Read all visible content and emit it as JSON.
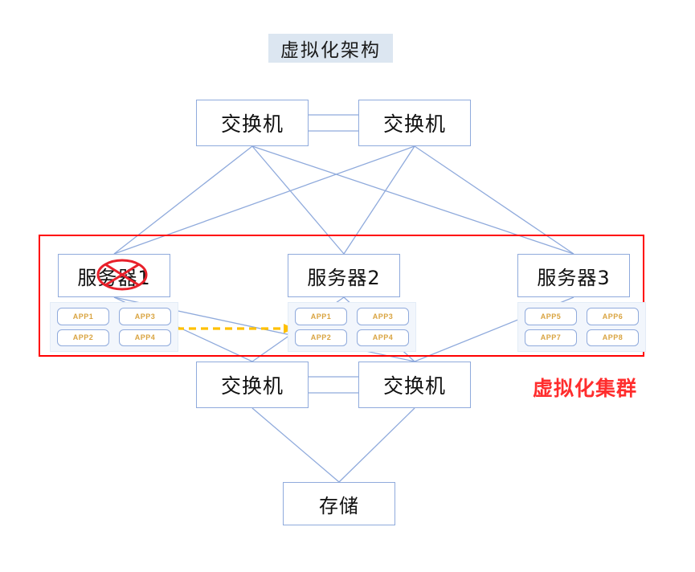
{
  "diagram": {
    "title": "虚拟化架构",
    "cluster_label": "虚拟化集群",
    "colors": {
      "title_background": "#dce6f1",
      "box_border": "#8faadc",
      "wire": "#8faadc",
      "cluster_border": "#ff0000",
      "cluster_label": "#ff2d2d",
      "app_text": "#d9a441",
      "app_panel_background": "#f2f6fc",
      "migration_arrow": "#ffc000",
      "failure_mark": "#ff0000"
    }
  },
  "switches": {
    "top_left": "交换机",
    "top_right": "交换机",
    "bottom_left": "交换机",
    "bottom_right": "交换机"
  },
  "servers": [
    {
      "label": "服务器1",
      "status": "failed",
      "apps": [
        "APP1",
        "APP3",
        "APP2",
        "APP4"
      ]
    },
    {
      "label": "服务器2",
      "status": "active",
      "apps": [
        "APP1",
        "APP3",
        "APP2",
        "APP4"
      ]
    },
    {
      "label": "服务器3",
      "status": "active",
      "apps": [
        "APP5",
        "APP6",
        "APP7",
        "APP8"
      ]
    }
  ],
  "storage": {
    "label": "存储"
  },
  "annotations": {
    "failure_mark_icon": "red-ellipse-cross-icon",
    "migration_arrow_icon": "yellow-dashed-arrow-icon"
  }
}
